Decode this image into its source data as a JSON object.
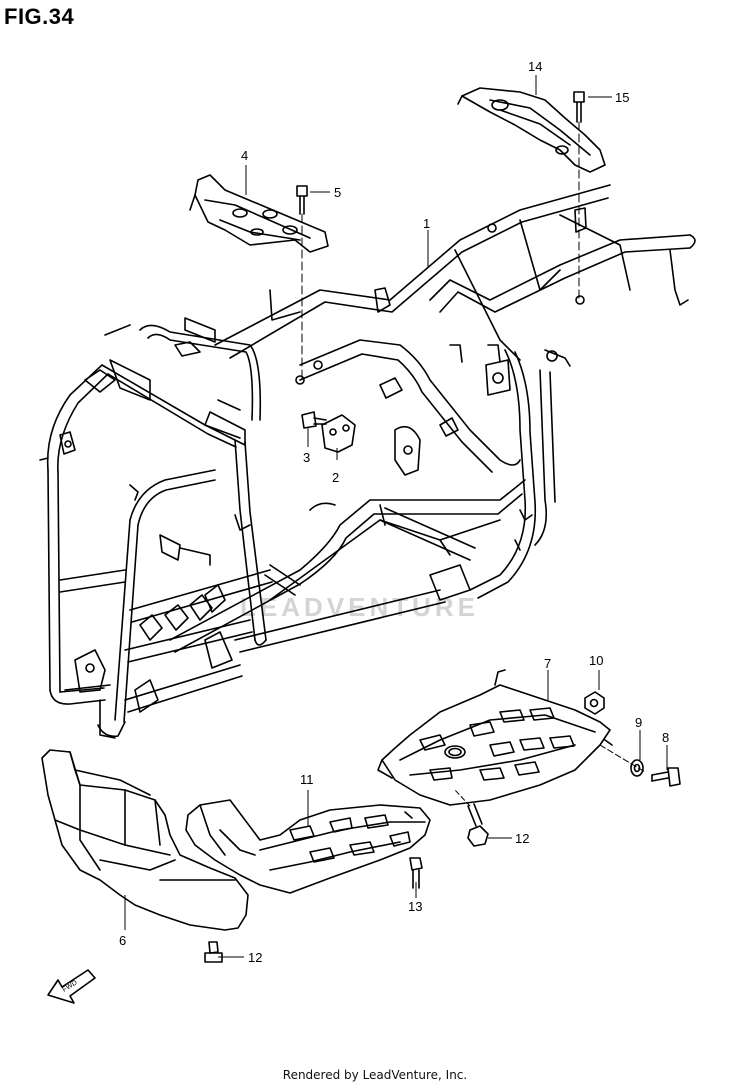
{
  "figure": {
    "title": "FIG.34"
  },
  "footer": {
    "text": "Rendered by LeadVenture, Inc."
  },
  "watermark": {
    "text": "LEADVENTURE"
  },
  "fwd": {
    "text": "FWD"
  },
  "callouts": [
    {
      "id": "1",
      "label": "1"
    },
    {
      "id": "2",
      "label": "2"
    },
    {
      "id": "3",
      "label": "3"
    },
    {
      "id": "4",
      "label": "4"
    },
    {
      "id": "5",
      "label": "5"
    },
    {
      "id": "6",
      "label": "6"
    },
    {
      "id": "7",
      "label": "7"
    },
    {
      "id": "8",
      "label": "8"
    },
    {
      "id": "9",
      "label": "9"
    },
    {
      "id": "10",
      "label": "10"
    },
    {
      "id": "11",
      "label": "11"
    },
    {
      "id": "12a",
      "label": "12"
    },
    {
      "id": "12b",
      "label": "12"
    },
    {
      "id": "13",
      "label": "13"
    },
    {
      "id": "14",
      "label": "14"
    },
    {
      "id": "15",
      "label": "15"
    }
  ]
}
